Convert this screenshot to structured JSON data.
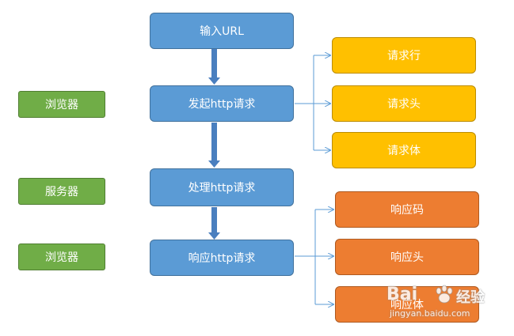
{
  "flow": {
    "step1": "输入URL",
    "step2": "发起http请求",
    "step3": "处理http请求",
    "step4": "响应http请求"
  },
  "actors": {
    "a1": "浏览器",
    "a2": "服务器",
    "a3": "浏览器"
  },
  "request_parts": [
    "请求行",
    "请求头",
    "请求体"
  ],
  "response_parts": [
    "响应码",
    "响应头",
    "响应体"
  ],
  "watermark": {
    "brand": "Bai",
    "suffix": "经验",
    "url": "jingyan.baidu.com"
  },
  "colors": {
    "flow_box": "#5b9bd5",
    "actor_box": "#70ad47",
    "request_box": "#ffc000",
    "response_box": "#ed7d31",
    "connector": "#5b9bd5"
  }
}
